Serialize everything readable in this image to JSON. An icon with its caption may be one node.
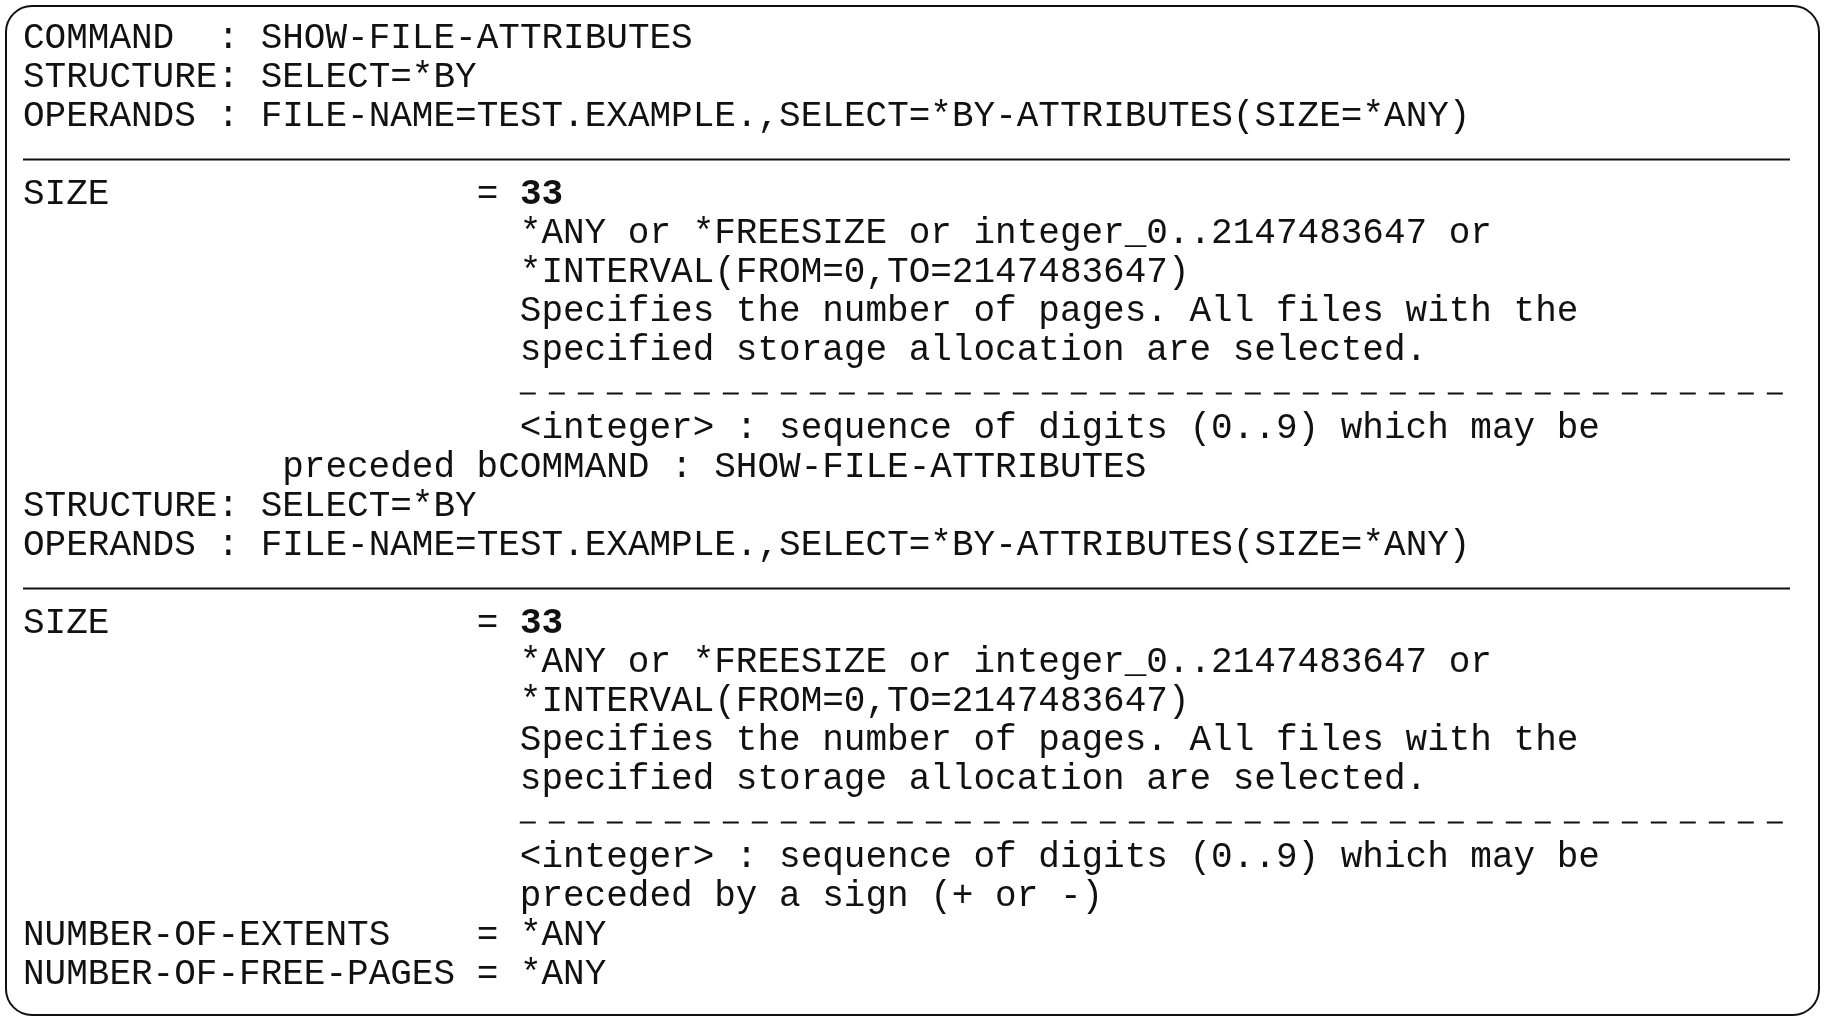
{
  "diagram": {
    "labels": [
      "COMMAND  : SHOW-FILE-ATTRIBUTES",
      "STRUCTURE: SELECT=*BY",
      "OPERANDS : FILE-NAME=TEST.EXAMPLE.,SELECT=*BY-ATTRIBUTES(SIZE=*ANY)",
      "SIZE                 = **33**",
      "*ANY or *FREESIZE or integer_0..2147483647 or",
      "*INTERVAL(FROM=0,TO=2147483647)",
      "Specifies the number of pages. All files with the",
      "specified storage allocation are selected.",
      "<integer> : sequence of digits (0..9) which may be",
      "preceded bCOMMAND : SHOW-FILE-ATTRIBUTES",
      "STRUCTURE: SELECT=*BY",
      "OPERANDS : FILE-NAME=TEST.EXAMPLE.,SELECT=*BY-ATTRIBUTES(SIZE=*ANY)",
      "SIZE                 = **33**",
      "*ANY or *FREESIZE or integer_0..2147483647 or",
      "*INTERVAL(FROM=0,TO=2147483647)",
      "Specifies the number of pages. All files with the",
      "specified storage allocation are selected.",
      "<integer> : sequence of digits (0..9) which may be",
      "preceded by a sign (+ or -)",
      "NUMBER-OF-EXTENTS    = *ANY",
      "NUMBER-OF-FREE-PAGES = *ANY"
    ]
  }
}
